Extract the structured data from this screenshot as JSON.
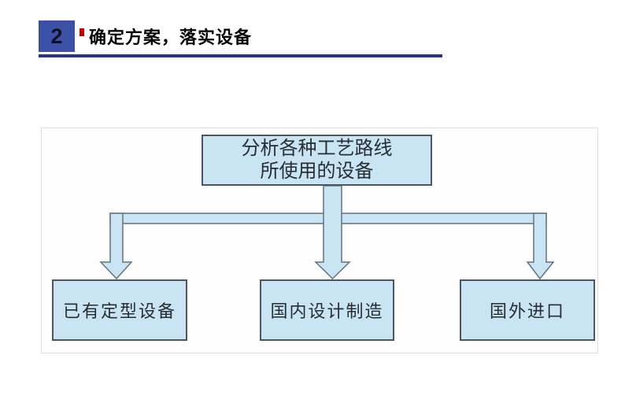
{
  "header": {
    "number": "2",
    "title": "确定方案，落实设备",
    "accent_color": "#3C50A8",
    "underline_color": "#27348B",
    "red_mark_color": "#C00000"
  },
  "diagram": {
    "root": {
      "line1": "分析各种工艺路线",
      "line2": "所使用的设备"
    },
    "children": [
      {
        "label": "已有定型设备"
      },
      {
        "label": "国内设计制造"
      },
      {
        "label": "国外进口"
      }
    ],
    "colors": {
      "box_fill": "#C9E5F4",
      "box_border": "#4B5563",
      "arrow_fill": "#C9E5F4",
      "arrow_outline": "#64717E",
      "panel_border": "#DADFDF"
    }
  }
}
